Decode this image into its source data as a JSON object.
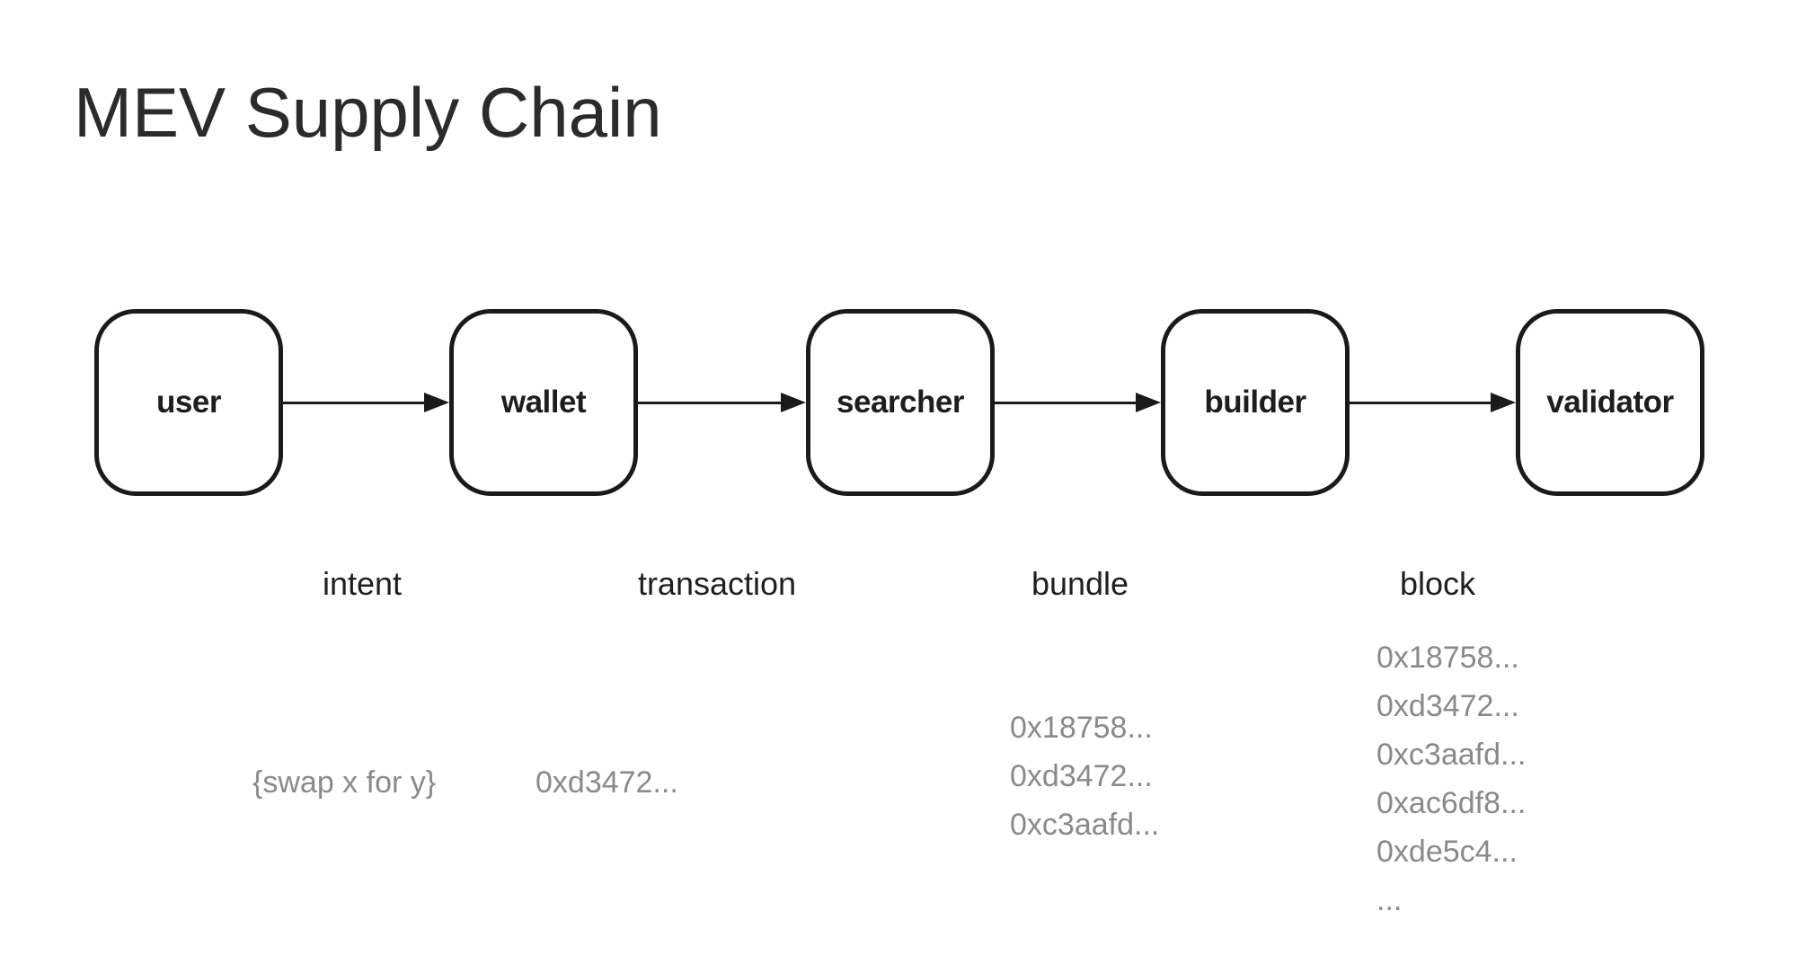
{
  "title": "MEV Supply Chain",
  "colors": {
    "background": "#ffffff",
    "title_text": "#2b2b2b",
    "node_border": "#1a1a1a",
    "node_label": "#1d1d1d",
    "flow_label": "#1f1f1f",
    "payload_text": "#8a8a8a",
    "arrow": "#1a1a1a"
  },
  "nodes": [
    {
      "label": "user"
    },
    {
      "label": "wallet"
    },
    {
      "label": "searcher"
    },
    {
      "label": "builder"
    },
    {
      "label": "validator"
    }
  ],
  "edges": [
    {
      "from": "user",
      "to": "wallet",
      "label": "intent",
      "payload": [
        "{swap x for y}"
      ]
    },
    {
      "from": "wallet",
      "to": "searcher",
      "label": "transaction",
      "payload": [
        "0xd3472..."
      ]
    },
    {
      "from": "searcher",
      "to": "builder",
      "label": "bundle",
      "payload": [
        "0x18758...",
        "0xd3472...",
        "0xc3aafd..."
      ]
    },
    {
      "from": "builder",
      "to": "validator",
      "label": "block",
      "payload": [
        "0x18758...",
        "0xd3472...",
        "0xc3aafd...",
        "0xac6df8...",
        "0xde5c4...",
        "..."
      ]
    }
  ]
}
